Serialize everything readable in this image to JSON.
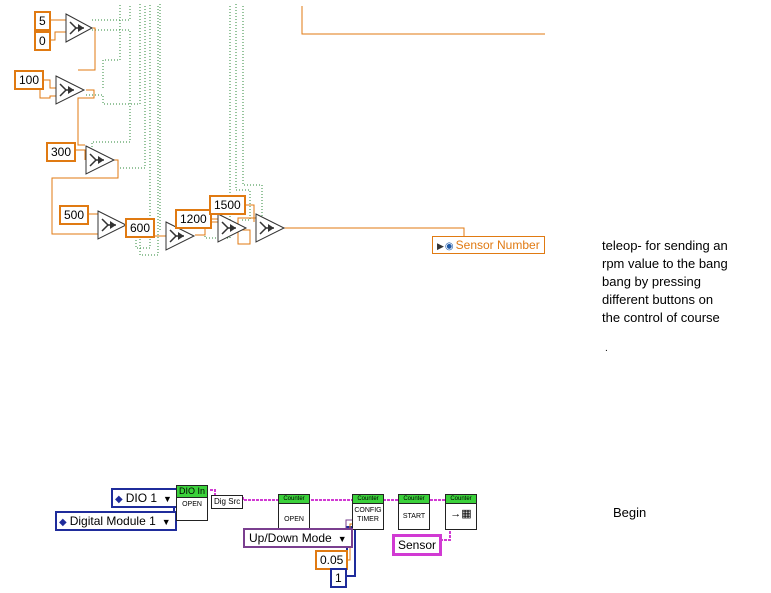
{
  "constants": {
    "c5": "5",
    "c0": "0",
    "c100": "100",
    "c300": "300",
    "c500": "500",
    "c600": "600",
    "c1200": "1200",
    "c1500": "1500",
    "c005": "0.05",
    "c1": "1"
  },
  "indicator": {
    "label": "Sensor Number"
  },
  "comments": {
    "teleop_lines": [
      "teleop-  for sending an",
      "rpm value to the bang",
      "bang by pressing",
      "different buttons on",
      "the control of course"
    ],
    "dot": ".",
    "begin": "Begin"
  },
  "rings": {
    "dio": "DIO 1",
    "module": "Digital Module 1",
    "mode": "Up/Down Mode",
    "sensor": "Sensor"
  },
  "vis": {
    "dio_in_head": "DIO In",
    "dio_in_body": "OPEN",
    "dig_src": "Dig Src",
    "counter_head": "Counter",
    "open": "OPEN",
    "config_line1": "CONFIG",
    "config_line2": "TIMER",
    "start": "START"
  },
  "colors": {
    "numeric_wire": "#e07a12",
    "boolean_wire": "#2d8a3a",
    "refnum_wire": "#d13ad3",
    "integer_wire": "#1f2c9b",
    "enum_wire": "#7a3f8f"
  }
}
